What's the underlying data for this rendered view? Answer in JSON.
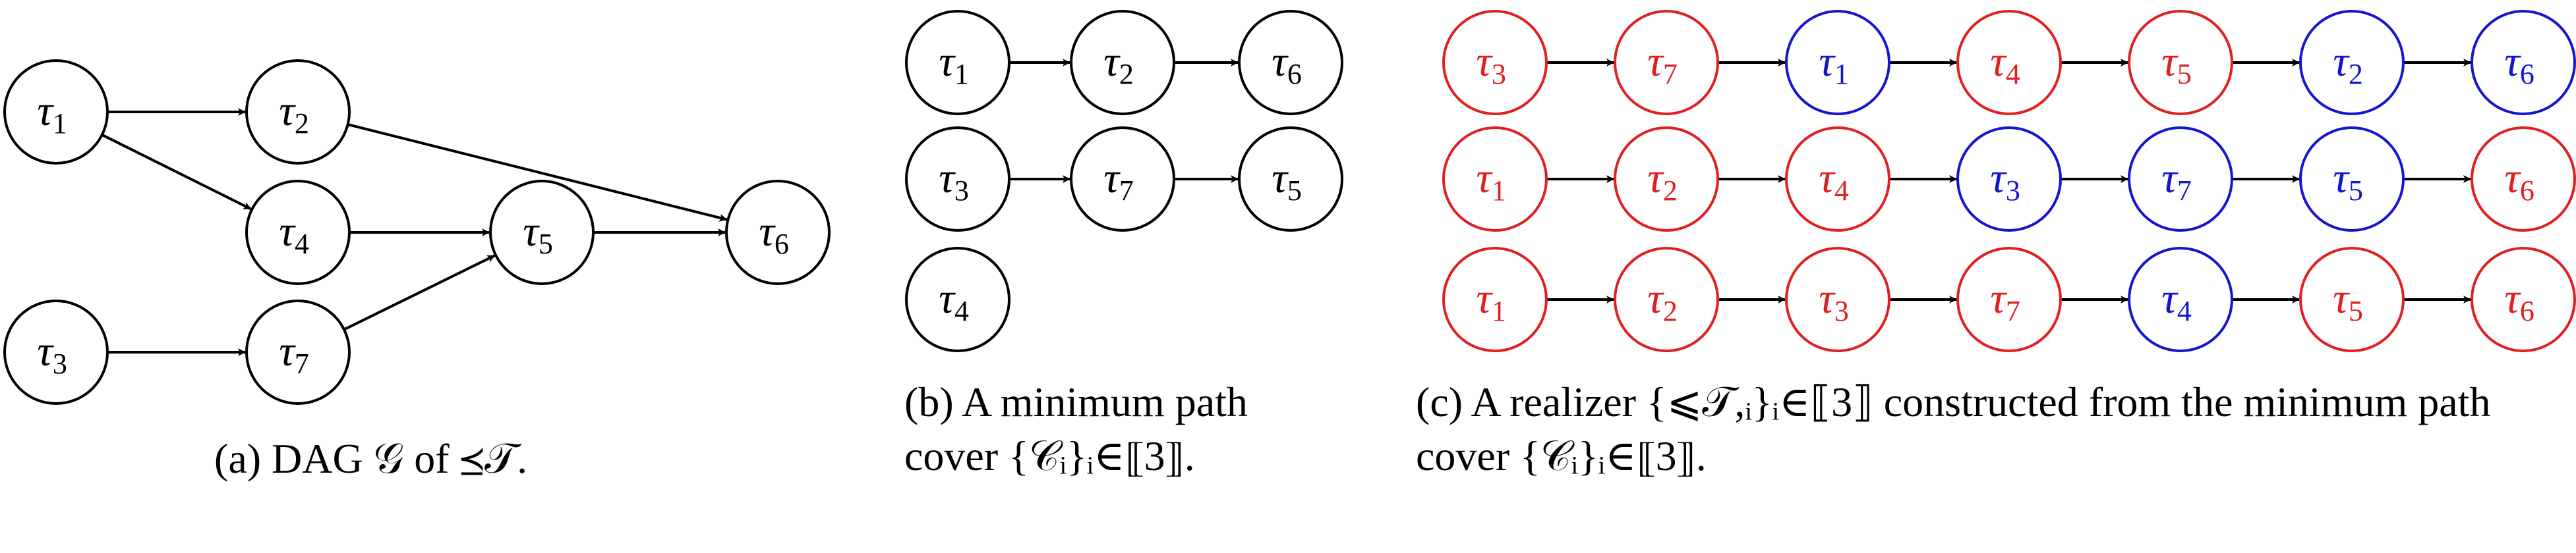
{
  "colors": {
    "black": "#000000",
    "red": "#e02020",
    "blue": "#1515d0"
  },
  "panel_a": {
    "nodes": [
      {
        "id": "t1",
        "letter": "τ",
        "sub": "1"
      },
      {
        "id": "t2",
        "letter": "τ",
        "sub": "2"
      },
      {
        "id": "t4",
        "letter": "τ",
        "sub": "4"
      },
      {
        "id": "t5",
        "letter": "τ",
        "sub": "5"
      },
      {
        "id": "t6",
        "letter": "τ",
        "sub": "6"
      },
      {
        "id": "t3",
        "letter": "τ",
        "sub": "3"
      },
      {
        "id": "t7",
        "letter": "τ",
        "sub": "7"
      }
    ],
    "edges": [
      [
        "t1",
        "t2"
      ],
      [
        "t1",
        "t4"
      ],
      [
        "t2",
        "t6"
      ],
      [
        "t4",
        "t5"
      ],
      [
        "t5",
        "t6"
      ],
      [
        "t3",
        "t7"
      ],
      [
        "t7",
        "t5"
      ]
    ],
    "caption": "(a) DAG 𝒢 of ⪯𝒯."
  },
  "panel_b": {
    "rows": [
      [
        {
          "letter": "τ",
          "sub": "1"
        },
        {
          "letter": "τ",
          "sub": "2"
        },
        {
          "letter": "τ",
          "sub": "6"
        }
      ],
      [
        {
          "letter": "τ",
          "sub": "3"
        },
        {
          "letter": "τ",
          "sub": "7"
        },
        {
          "letter": "τ",
          "sub": "5"
        }
      ],
      [
        {
          "letter": "τ",
          "sub": "4"
        }
      ]
    ],
    "caption_line1": "(b) A minimum path",
    "caption_line2": "cover {𝒞ᵢ}ᵢ∈⟦3⟧."
  },
  "panel_c": {
    "rows": [
      [
        {
          "letter": "τ",
          "sub": "3",
          "color": "red"
        },
        {
          "letter": "τ",
          "sub": "7",
          "color": "red"
        },
        {
          "letter": "τ",
          "sub": "1",
          "color": "blue"
        },
        {
          "letter": "τ",
          "sub": "4",
          "color": "red"
        },
        {
          "letter": "τ",
          "sub": "5",
          "color": "red"
        },
        {
          "letter": "τ",
          "sub": "2",
          "color": "blue"
        },
        {
          "letter": "τ",
          "sub": "6",
          "color": "blue"
        }
      ],
      [
        {
          "letter": "τ",
          "sub": "1",
          "color": "red"
        },
        {
          "letter": "τ",
          "sub": "2",
          "color": "red"
        },
        {
          "letter": "τ",
          "sub": "4",
          "color": "red"
        },
        {
          "letter": "τ",
          "sub": "3",
          "color": "blue"
        },
        {
          "letter": "τ",
          "sub": "7",
          "color": "blue"
        },
        {
          "letter": "τ",
          "sub": "5",
          "color": "blue"
        },
        {
          "letter": "τ",
          "sub": "6",
          "color": "red"
        }
      ],
      [
        {
          "letter": "τ",
          "sub": "1",
          "color": "red"
        },
        {
          "letter": "τ",
          "sub": "2",
          "color": "red"
        },
        {
          "letter": "τ",
          "sub": "3",
          "color": "red"
        },
        {
          "letter": "τ",
          "sub": "7",
          "color": "red"
        },
        {
          "letter": "τ",
          "sub": "4",
          "color": "blue"
        },
        {
          "letter": "τ",
          "sub": "5",
          "color": "red"
        },
        {
          "letter": "τ",
          "sub": "6",
          "color": "red"
        }
      ]
    ],
    "caption_line1": "(c) A realizer {⩽𝒯,ᵢ}ᵢ∈⟦3⟧ constructed from the minimum path",
    "caption_line2": "cover {𝒞ᵢ}ᵢ∈⟦3⟧."
  }
}
